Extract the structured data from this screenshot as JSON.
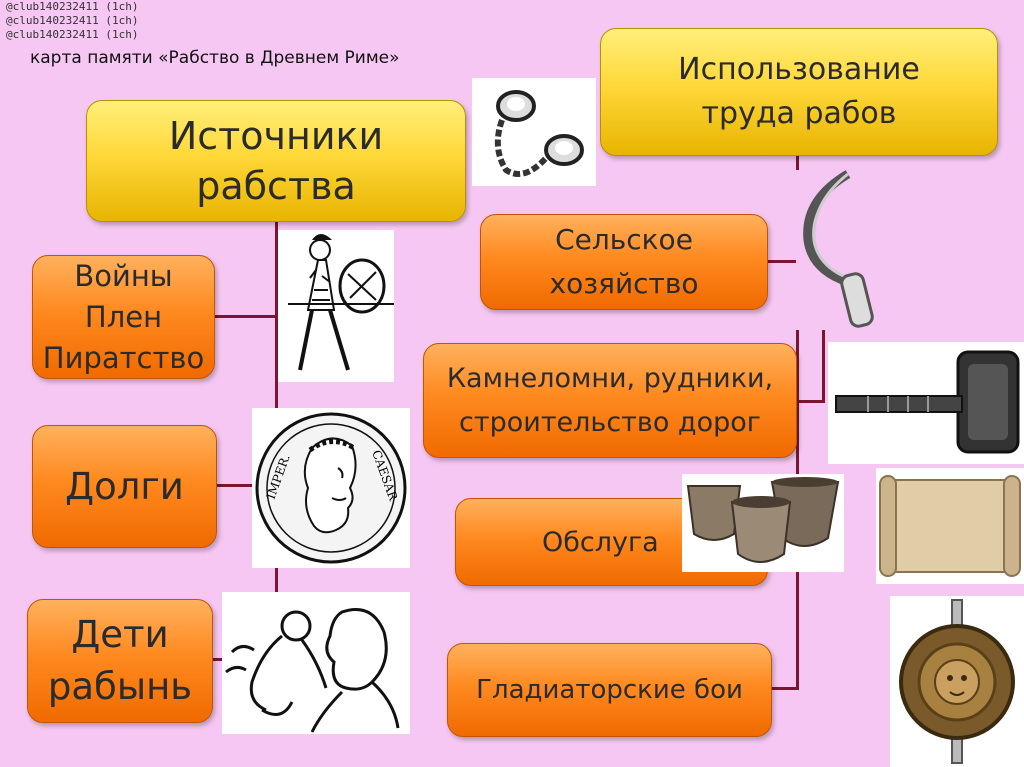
{
  "watermarks": [
    "@club140232411 (1ch)",
    "@club140232411 (1ch)",
    "@club140232411 (1ch)"
  ],
  "title": "карта памяти «Рабство в Древнем Риме»",
  "sources": {
    "header": "Источники рабства",
    "items": [
      "Войны Плен Пиратство",
      "Долги",
      "Дети рабынь"
    ]
  },
  "usage": {
    "header": "Использование труда рабов",
    "items": [
      "Сельское хозяйство",
      "Камнеломни, рудники, строительство дорог",
      "Обслуга",
      "Гладиаторские бои"
    ]
  },
  "coin": {
    "left_text": "IMPER.",
    "right_text": "CAESAR"
  },
  "colors": {
    "background": "#f6c7f2",
    "header_box": "#ffd83a",
    "item_box": "#ff8a20",
    "connector": "#7b1630"
  }
}
